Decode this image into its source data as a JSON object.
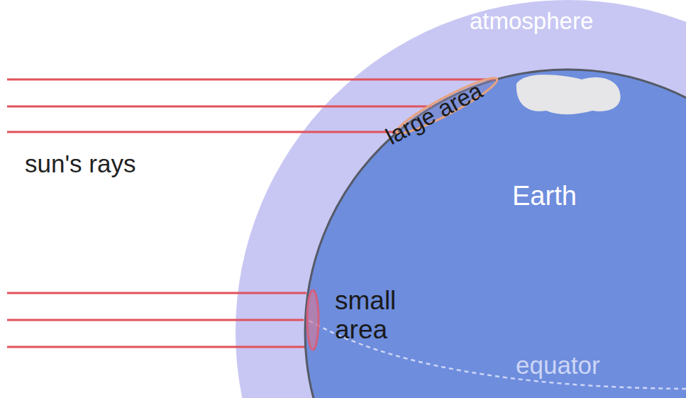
{
  "diagram": {
    "labels": [
      "atmosphere",
      "sun's rays",
      "large area",
      "Earth",
      "small area",
      "equator"
    ]
  }
}
